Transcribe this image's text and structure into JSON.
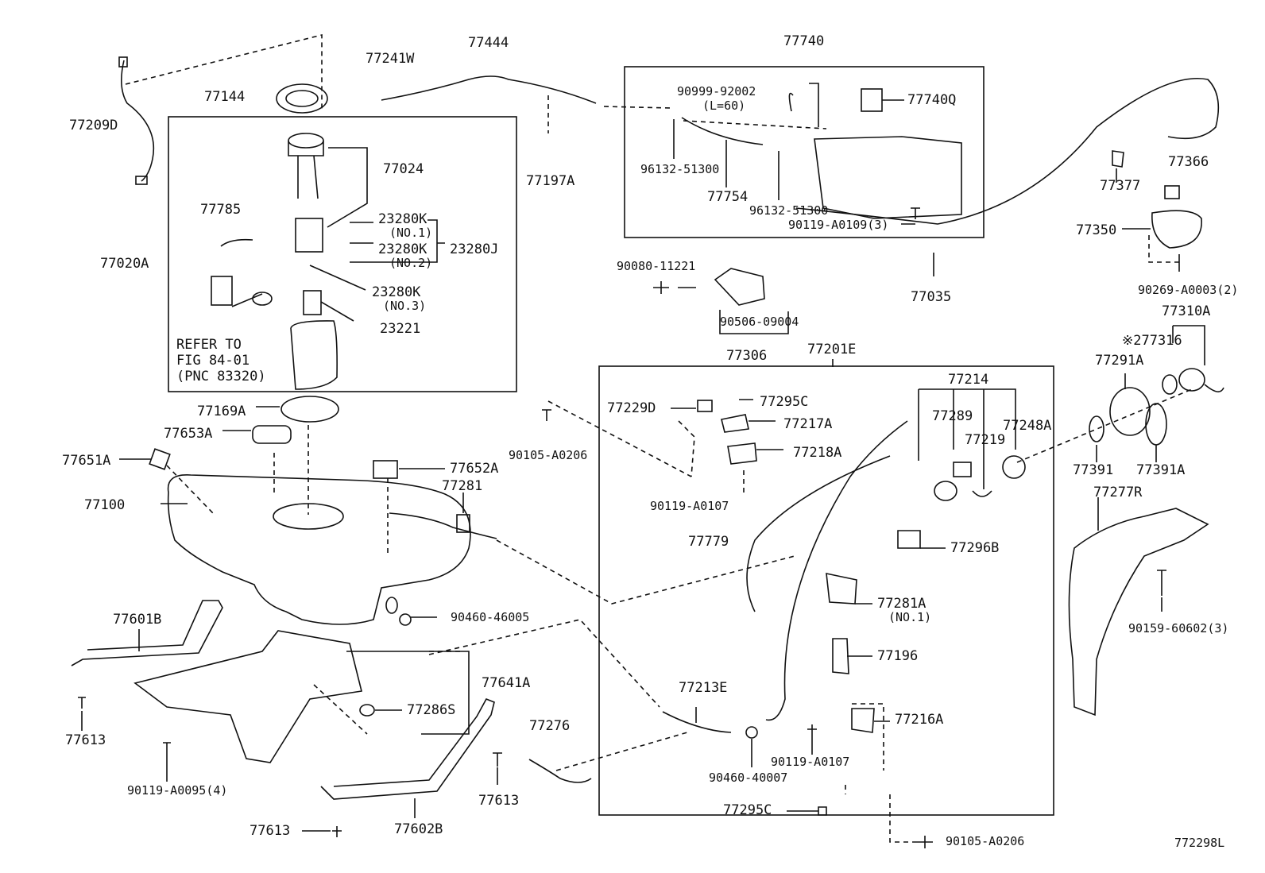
{
  "diagram_id": "772298L",
  "parts": {
    "p77444": "77444",
    "p77740": "77740",
    "p77241W": "77241W",
    "p77144": "77144",
    "p77209D": "77209D",
    "p77024": "77024",
    "p77197A": "77197A",
    "p90999": "90999-92002",
    "p90999_note": "(L=60)",
    "p77740Q": "77740Q",
    "p96132_a": "96132-51300",
    "p77754": "77754",
    "p96132_b": "96132-51300",
    "p90119_A0109": "90119-A0109(3)",
    "p77377": "77377",
    "p77366": "77366",
    "p77350": "77350",
    "p77785": "77785",
    "p23280K_1": "23280K",
    "p23280K_1_note": "(NO.1)",
    "p23280K_2": "23280K",
    "p23280K_2_note": "(NO.2)",
    "p23280J": "23280J",
    "p77020A": "77020A",
    "p23280K_3": "23280K",
    "p23280K_3_note": "(NO.3)",
    "p23221": "23221",
    "refer_line1": "REFER TO",
    "refer_line2": "FIG 84-01",
    "refer_line3": "(PNC 83320)",
    "p90080": "90080-11221",
    "p90506": "90506-09004",
    "p77306": "77306",
    "p77035": "77035",
    "p90269": "90269-A0003(2)",
    "p77310A": "77310A",
    "p77316": "※277316",
    "p77291A": "77291A",
    "p77201E": "77201E",
    "p77214": "77214",
    "p77169A": "77169A",
    "p77653A": "77653A",
    "p77229D": "77229D",
    "p77295C_a": "77295C",
    "p77217A": "77217A",
    "p77289": "77289",
    "p77248A": "77248A",
    "p77219": "77219",
    "p77218A": "77218A",
    "p90105_a": "90105-A0206",
    "p77391": "77391",
    "p77391A": "77391A",
    "p77651A": "77651A",
    "p77652A": "77652A",
    "p77281": "77281",
    "p77277R": "77277R",
    "p77100": "77100",
    "p90119_A0107_a": "90119-A0107",
    "p77779": "77779",
    "p77296B": "77296B",
    "p77281A": "77281A",
    "p77281A_note": "(NO.1)",
    "p90460_46005": "90460-46005",
    "p77601B": "77601B",
    "p90159": "90159-60602(3)",
    "p77196": "77196",
    "p77641A": "77641A",
    "p77213E": "77213E",
    "p77286S": "77286S",
    "p77216A": "77216A",
    "p77276": "77276",
    "p77613_a": "77613",
    "p90119_A0107_b": "90119-A0107",
    "p90460_40007": "90460-40007",
    "p90119_A0095": "90119-A0095(4)",
    "p77613_b": "77613",
    "p77295C_b": "77295C",
    "p77613_c": "77613",
    "p77602B": "77602B",
    "p90105_b": "90105-A0206"
  }
}
